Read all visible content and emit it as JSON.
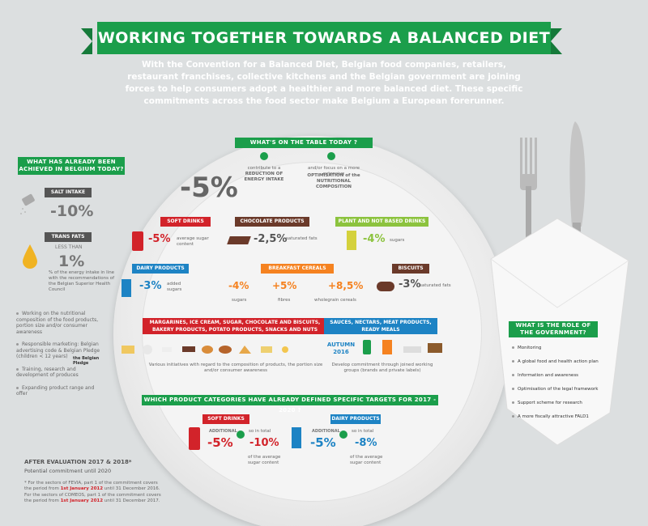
{
  "header": {
    "title": "WORKING TOGETHER TOWARDS A BALANCED DIET",
    "intro": "With the Convention for a Balanced Diet, Belgian food companies, retailers, restaurant franchises, collective kitchens and the Belgian government are joining forces to help consumers adopt a healthier and more balanced diet. These specific commitments across the food sector make Belgium a European forerunner."
  },
  "left": {
    "title": "WHAT HAS ALREADY BEEN ACHIEVED IN BELGIUM TODAY?",
    "salt_label": "SALT INTAKE",
    "salt_value": "-10%",
    "trans_label": "TRANS FATS",
    "trans_prefix": "LESS THAN",
    "trans_value": "1%",
    "trans_note": "% of the energy intake in line with the recommendations of the Belgian Superior Health Council",
    "items": [
      "Working on the nutritional composition of the food products, portion size and/or consumer awareness",
      "Responsible marketing: Belgian advertising code & Belgian Pledge (children < 12 years)",
      "Training, research and development of produces",
      "Expanding product range and offer"
    ],
    "pledge_logo": "the Belgian Pledge"
  },
  "center": {
    "title": "WHAT'S ON THE TABLE TODAY ?",
    "main_value": "-5%",
    "contribute_text": "contribute to a",
    "contribute_bold": "REDUCTION OF ENERGY INTAKE",
    "focus_text": "and/or focus on a more extensive",
    "focus_bold": "OPTIMISATION of the NUTRITIONAL COMPOSITION",
    "soft": {
      "label": "SOFT DRINKS",
      "value": "-5%",
      "desc": "average sugar content"
    },
    "choco": {
      "label": "CHOCOLATE PRODUCTS",
      "value": "-2,5%",
      "desc": "saturated fats"
    },
    "plant": {
      "label": "PLANT AND NOT BASED DRINKS",
      "value": "-4%",
      "desc": "sugars"
    },
    "dairy": {
      "label": "DAIRY PRODUCTS",
      "value": "-3%",
      "desc": "added sugars"
    },
    "cereal": {
      "label": "BREAKFAST CEREALS",
      "v1": "-4%",
      "d1": "sugars",
      "v2": "+5%",
      "d2": "fibres",
      "v3": "+8,5%",
      "d3": "wholegrain cereals"
    },
    "biscuits": {
      "label": "BISCUITS",
      "value": "-3%",
      "desc": "saturated fats"
    },
    "marg": {
      "label": "MARGARINES, ICE CREAM, SUGAR, CHOCOLATE AND BISCUITS, BAKERY PRODUCTS, POTATO PRODUCTS, SNACKS AND NUTS",
      "desc": "Various initiatives with regard to the composition of products, the portion size and/or consumer awareness"
    },
    "sauces": {
      "label": "SAUCES, NECTARS, MEAT PRODUCTS, READY MEALS",
      "autumn": "AUTUMN 2016",
      "desc": "Develop commitment through joined working groups (brands and private labels)"
    },
    "targets_title": "WHICH PRODUCT CATEGORIES HAVE ALREADY DEFINED SPECIFIC TARGETS FOR 2017 - 2020 ?",
    "t_soft": {
      "label": "SOFT DRINKS",
      "add": "ADDITIONAL",
      "value": "-5%",
      "total": "so in total",
      "total_value": "-10%",
      "desc": "of the average sugar content"
    },
    "t_dairy": {
      "label": "DAIRY PRODUCTS",
      "add": "ADDITIONAL",
      "value": "-5%",
      "total": "so in total",
      "total_value": "-8%",
      "desc": "of the average sugar content"
    }
  },
  "gov": {
    "title": "WHAT IS THE ROLE OF THE GOVERNMENT?",
    "items": [
      "Monitoring",
      "A global food and health action plan",
      "Information and awareness",
      "Optimisation of the legal framework",
      "Support scheme for research",
      "A more fiscally attractive FALD1"
    ]
  },
  "footer": {
    "title": "AFTER EVALUATION 2017 & 2018*",
    "sub": "Potential commitment until 2020",
    "n1a": "* For the sectors of FEVIA, part 1 of the commitment covers the period from ",
    "n1b": "1st January 2012",
    "n1c": " until 31 December 2016.",
    "n2a": "For the sectors of COMEOS, part 1 of the commitment covers the period from ",
    "n2b": "1st January 2012",
    "n2c": " until 31 December 2017."
  },
  "colors": {
    "green": "#1b9e4b",
    "red": "#d2232a",
    "brown": "#6b3a2a",
    "lime": "#8cc33e",
    "blue": "#1d83c4",
    "orange": "#f58220"
  }
}
